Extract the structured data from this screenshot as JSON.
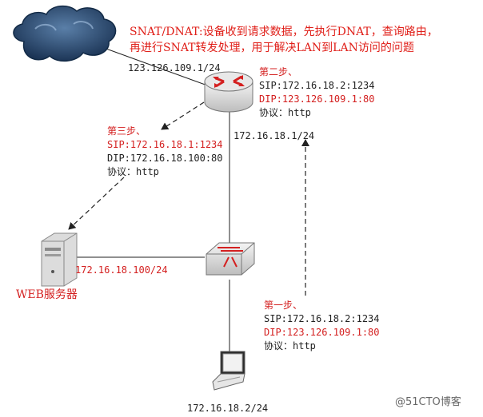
{
  "title": {
    "line1": "SNAT/DNAT:设备收到请求数据，先执行DNAT，查询路由，",
    "line2": "再进行SNAT转发处理，用于解决LAN到LAN访问的问题"
  },
  "ip": {
    "wan": "123.126.109.1/24",
    "lan_gw": "172.16.18.1/24",
    "server": "172.16.18.100/24",
    "client": "172.16.18.2/24"
  },
  "step2": {
    "title": "第二步、",
    "sip": "SIP:172.16.18.2:1234",
    "dip": "DIP:123.126.109.1:80",
    "proto": "协议：http"
  },
  "step3": {
    "title": "第三步、",
    "sip": "SIP:172.16.18.1:1234",
    "dip": "DIP:172.16.18.100:80",
    "proto": "协议：http"
  },
  "step1": {
    "title": "第一步、",
    "sip": "SIP:172.16.18.2:1234",
    "dip": "DIP:123.126.109.1:80",
    "proto": "协议：http"
  },
  "server_label": "WEB服务器",
  "watermark": "@51CTO博客",
  "colors": {
    "red": "#e0201a",
    "text": "#222222",
    "line": "#222222",
    "router_arrow": "#d42020"
  },
  "icons": [
    "cloud-icon",
    "router-icon",
    "switch-icon",
    "server-icon",
    "laptop-icon"
  ]
}
